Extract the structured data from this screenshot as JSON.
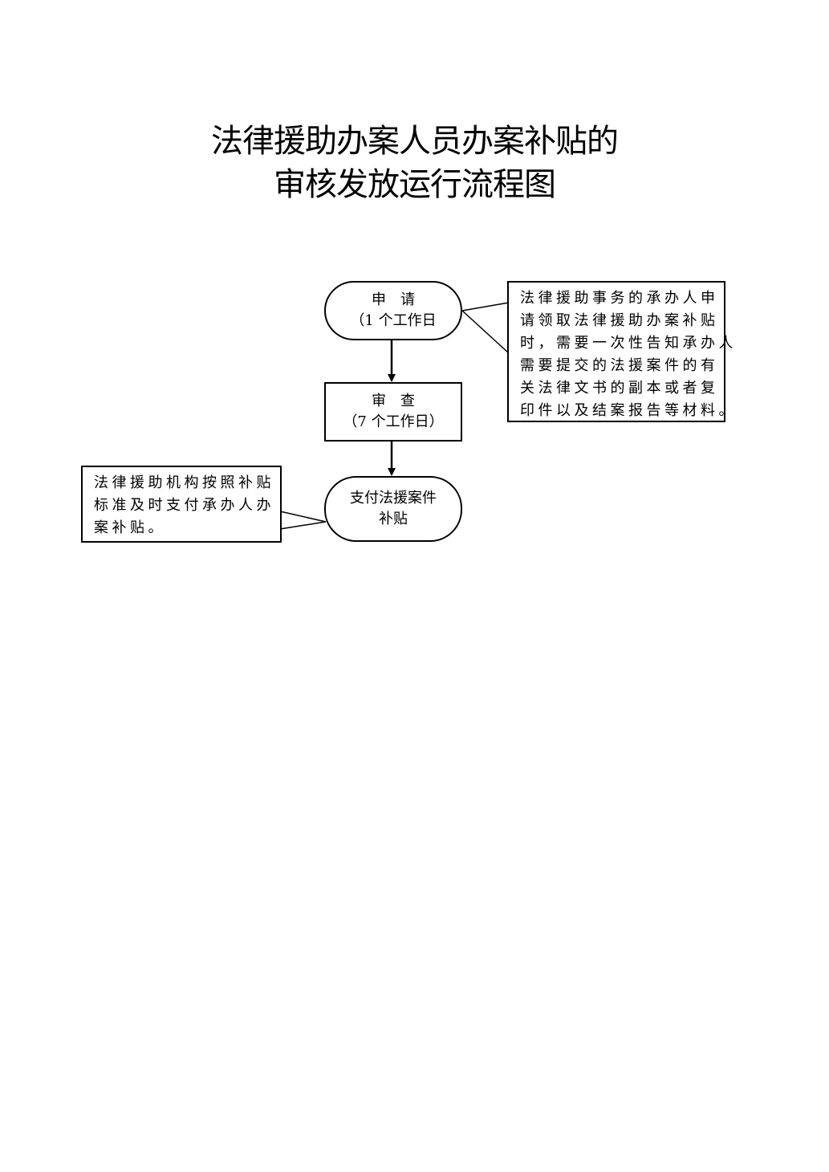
{
  "title": {
    "line1": "法律援助办案人员办案补贴的",
    "line2": "审核发放运行流程图"
  },
  "flow": {
    "apply": {
      "label": "申　请",
      "duration": "（1 个工作日"
    },
    "review": {
      "label": "审　查",
      "duration": "（7 个工作日）"
    },
    "pay": {
      "line1": "支付法援案件",
      "line2": "补贴"
    }
  },
  "notes": {
    "right": [
      "法律援助事务的承办人申",
      "请领取法律援助办案补贴",
      "时，需要一次性告知承办人",
      "需要提交的法援案件的有",
      "关法律文书的副本或者复",
      "印件以及结案报告等材料。"
    ],
    "left": [
      "法律援助机构按照补贴",
      "标准及时支付承办人办",
      "案补贴。"
    ]
  }
}
